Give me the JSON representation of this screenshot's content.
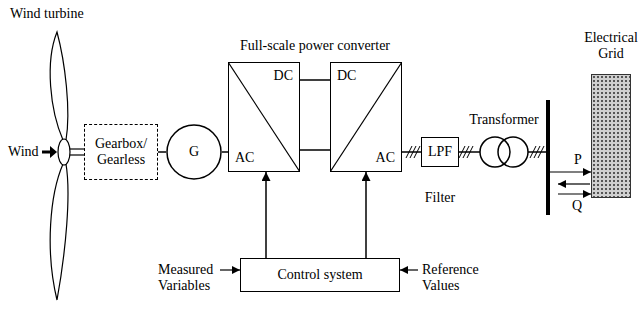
{
  "diagram": {
    "nodes": [
      {
        "text": [
          "Gearbox/ Gearless"
        ]
      },
      {
        "text": [
          "G"
        ]
      },
      {
        "text": [
          "DC",
          "AC"
        ]
      },
      {
        "text": [
          "DC",
          "AC"
        ]
      },
      {
        "text": [
          "LPF"
        ]
      },
      {
        "text": [
          "Electrical Grid"
        ]
      },
      {
        "text": [
          "Control system"
        ]
      }
    ],
    "edges": [
      {
        "from": 0,
        "to": 1,
        "arrow": "none"
      },
      {
        "from": 1,
        "to": 2,
        "arrow": "none"
      },
      {
        "from": 2,
        "to": 3,
        "arrow": "none"
      },
      {
        "from": 3,
        "to": 4,
        "arrow": "none"
      },
      {
        "from": 6,
        "to": 2,
        "arrow": "to"
      },
      {
        "from": 6,
        "to": 3,
        "arrow": "to"
      }
    ],
    "labels": [
      "Wind turbine",
      "Wind",
      "Full-scale power converter",
      "Filter",
      "Transformer",
      "P",
      "Q",
      "Measured Variables",
      "Reference Values"
    ]
  }
}
